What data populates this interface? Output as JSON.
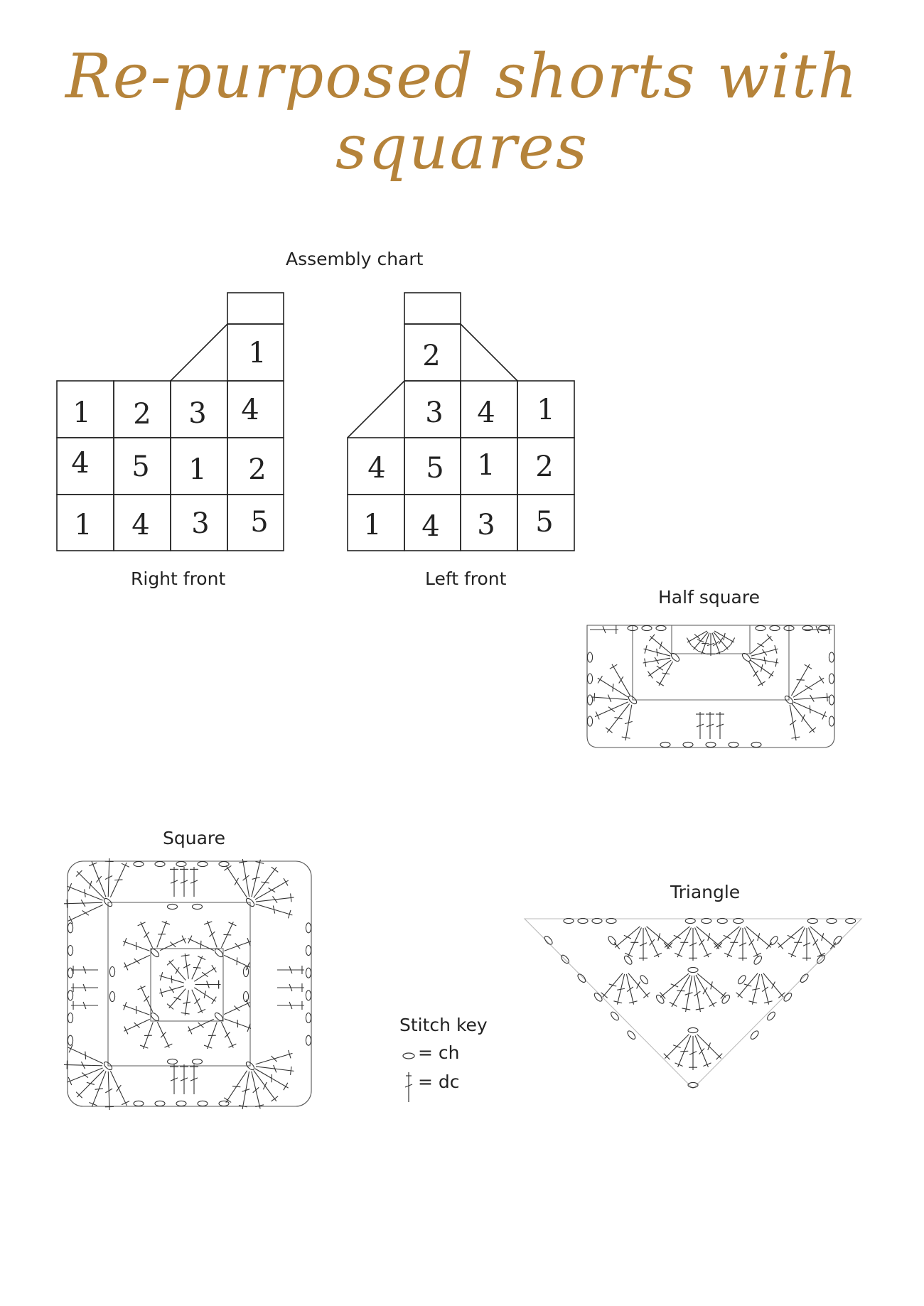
{
  "title": "Re-purposed shorts with squares",
  "colors": {
    "title": "#B5833A",
    "line": "#222222"
  },
  "assembly": {
    "heading": "Assembly chart",
    "right_front": {
      "label": "Right front",
      "cells": [
        [
          "",
          "",
          "",
          ""
        ],
        [
          "",
          "",
          "",
          "1"
        ],
        [
          "1",
          "2",
          "3",
          "4"
        ],
        [
          "4",
          "5",
          "1",
          "2"
        ],
        [
          "1",
          "4",
          "3",
          "5"
        ]
      ]
    },
    "left_front": {
      "label": "Left front",
      "cells": [
        [
          "",
          "",
          "",
          ""
        ],
        [
          "",
          "2",
          "",
          ""
        ],
        [
          "",
          "3",
          "4",
          "1"
        ],
        [
          "4",
          "5",
          "1",
          "2"
        ],
        [
          "1",
          "4",
          "3",
          "5"
        ]
      ]
    }
  },
  "diagrams": {
    "half_square": "Half square",
    "square": "Square",
    "triangle": "Triangle"
  },
  "stitch_key": {
    "heading": "Stitch key",
    "items": [
      {
        "symbol": "oval",
        "label": "= ch"
      },
      {
        "symbol": "dc-stitch",
        "label": "= dc"
      }
    ]
  }
}
